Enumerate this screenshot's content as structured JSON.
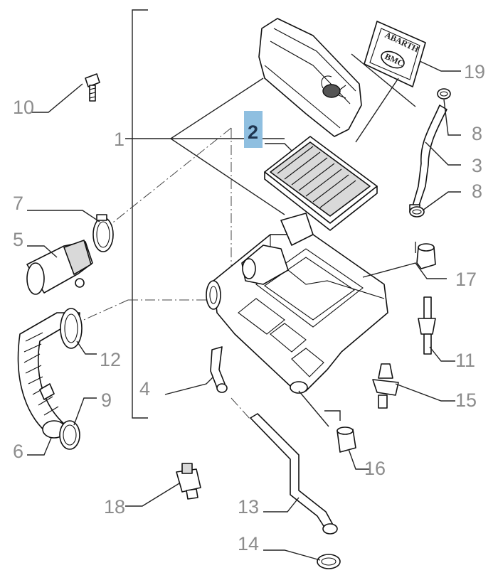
{
  "callouts": {
    "c1": "1",
    "c2": "2",
    "c3": "3",
    "c4": "4",
    "c5": "5",
    "c6": "6",
    "c7": "7",
    "c8a": "8",
    "c8b": "8",
    "c9": "9",
    "c10": "10",
    "c11": "11",
    "c12": "12",
    "c13": "13",
    "c14": "14",
    "c15": "15",
    "c16": "16",
    "c17": "17",
    "c18": "18",
    "c19": "19"
  },
  "badge": {
    "brand": "ABARTH",
    "filter_brand": "BMC"
  },
  "colors": {
    "callout": "#8c8c8c",
    "highlight_box": "#8fbfe0",
    "highlight_text": "#1f3550",
    "line": "#222222"
  }
}
